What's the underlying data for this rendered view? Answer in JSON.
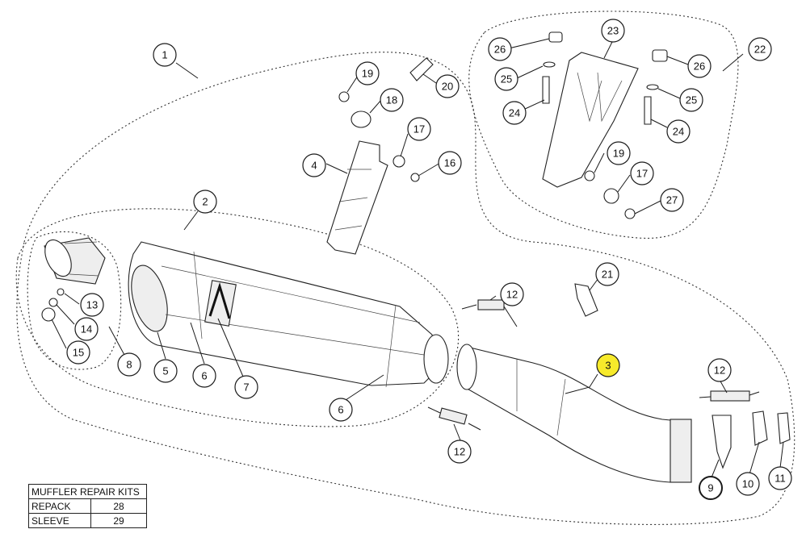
{
  "callouts": {
    "c1": "1",
    "c2": "2",
    "c3": "3",
    "c4": "4",
    "c5": "5",
    "c6a": "6",
    "c6b": "6",
    "c7": "7",
    "c8": "8",
    "c9": "9",
    "c10": "10",
    "c11": "11",
    "c12a": "12",
    "c12b": "12",
    "c12c": "12",
    "c13": "13",
    "c14": "14",
    "c15": "15",
    "c16": "16",
    "c17a": "17",
    "c17b": "17",
    "c18": "18",
    "c19a": "19",
    "c19b": "19",
    "c20": "20",
    "c21": "21",
    "c22": "22",
    "c23": "23",
    "c24a": "24",
    "c24b": "24",
    "c25a": "25",
    "c25b": "25",
    "c26a": "26",
    "c26b": "26",
    "c27": "27"
  },
  "highlight_color": "#f7ea2b",
  "repair_kits": {
    "title": "MUFFLER REPAIR KITS",
    "rows": [
      {
        "label": "REPACK",
        "value": "28"
      },
      {
        "label": "SLEEVE",
        "value": "29"
      }
    ]
  }
}
